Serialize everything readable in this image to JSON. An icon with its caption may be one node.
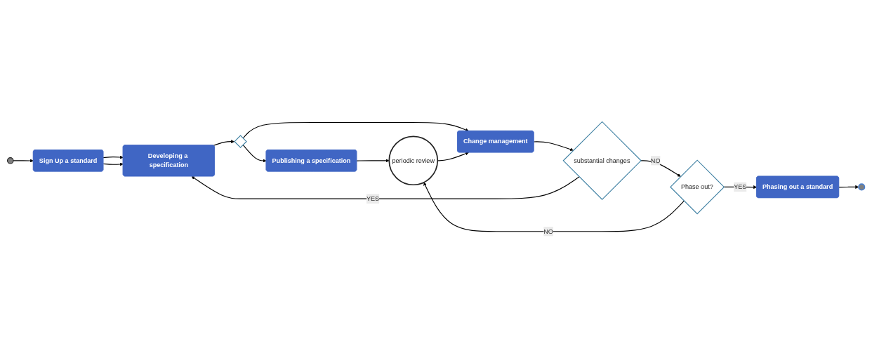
{
  "diagram": {
    "nodes": [
      {
        "text": [],
        "shape": "circle"
      },
      {
        "text": [
          "Sign Up a standard"
        ]
      },
      {
        "text": [
          "Developing a specification"
        ]
      },
      {
        "text": [],
        "shape": "diamond"
      },
      {
        "text": [
          "Publishing a specification"
        ]
      },
      {
        "text": [],
        "shape": "circle"
      },
      {
        "text": [
          "Phasing out a standard"
        ]
      },
      {
        "text": [
          "Phase out?"
        ]
      },
      {
        "text": [
          "substantial changes"
        ]
      },
      {
        "text": [
          "Change management"
        ]
      },
      {
        "text": [
          "periodic review"
        ]
      }
    ],
    "edges": [
      {
        "from": 0,
        "to": 1,
        "arrow": "to"
      },
      {
        "from": 1,
        "to": 2,
        "arrow": "to"
      },
      {
        "from": 1,
        "to": 2,
        "arrow": "to"
      },
      {
        "from": 8,
        "to": 2,
        "arrow": "to",
        "label": "YES"
      },
      {
        "from": 2,
        "to": 3,
        "arrow": "to"
      },
      {
        "from": 3,
        "to": 4,
        "arrow": "to"
      },
      {
        "from": 3,
        "to": 9,
        "arrow": "to"
      },
      {
        "from": 4,
        "to": 10,
        "arrow": "to"
      },
      {
        "from": 10,
        "to": 9,
        "arrow": "to"
      },
      {
        "from": 9,
        "to": 8,
        "arrow": "to"
      },
      {
        "from": 8,
        "to": 7,
        "arrow": "to",
        "label": "NO"
      },
      {
        "from": 7,
        "to": 6,
        "arrow": "to",
        "label": "YES"
      },
      {
        "from": 6,
        "to": 5,
        "arrow": "to"
      },
      {
        "from": 7,
        "to": 10,
        "arrow": "to",
        "label": "NO"
      }
    ]
  }
}
